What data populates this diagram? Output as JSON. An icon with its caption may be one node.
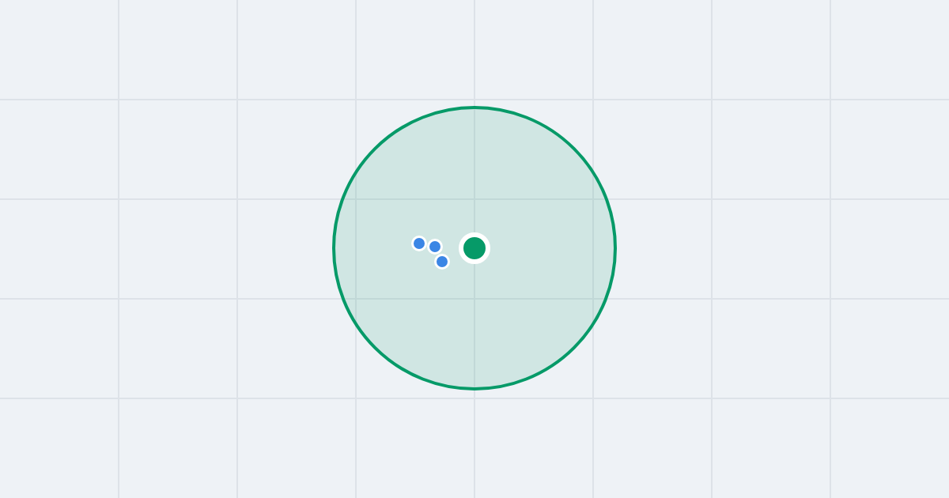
{
  "diagram": {
    "nodes": [
      {
        "text": [],
        "shape": "circle"
      },
      {
        "text": [],
        "shape": "circle",
        "in": 0
      },
      {
        "text": [],
        "shape": "circle",
        "in": 0
      },
      {
        "text": [],
        "shape": "circle",
        "in": 0
      },
      {
        "text": [],
        "shape": "circle",
        "in": 0
      }
    ]
  }
}
